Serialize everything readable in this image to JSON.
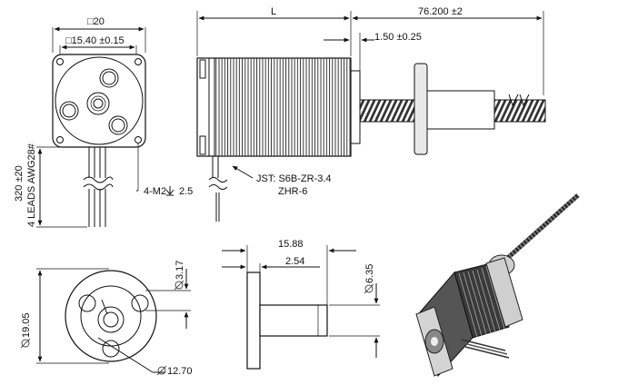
{
  "drawing": {
    "front_view": {
      "frame_size": "□20",
      "hole_pitch": "□15.40 ±0.15",
      "thread_note": "4-M2",
      "thread_depth": "2.5",
      "lead_length": "320 ±20",
      "lead_spec": "4 LEADS AWG28#"
    },
    "side_view": {
      "body_length": "L",
      "shaft_length": "76.200 ±2",
      "boss_height": "1.50 ±0.25",
      "connector_line1": "JST: S6B-ZR-3.4",
      "connector_line2": "ZHR-6"
    },
    "nut_front": {
      "hole_dia": "3.17",
      "flange_dia": "19.05",
      "pcd": "12.70"
    },
    "nut_side": {
      "total_length": "15.88",
      "flange_thick": "2.54",
      "barrel_dia": "6.35"
    }
  },
  "icons": [
    "diameter-symbol",
    "depth-symbol",
    "square-symbol"
  ]
}
